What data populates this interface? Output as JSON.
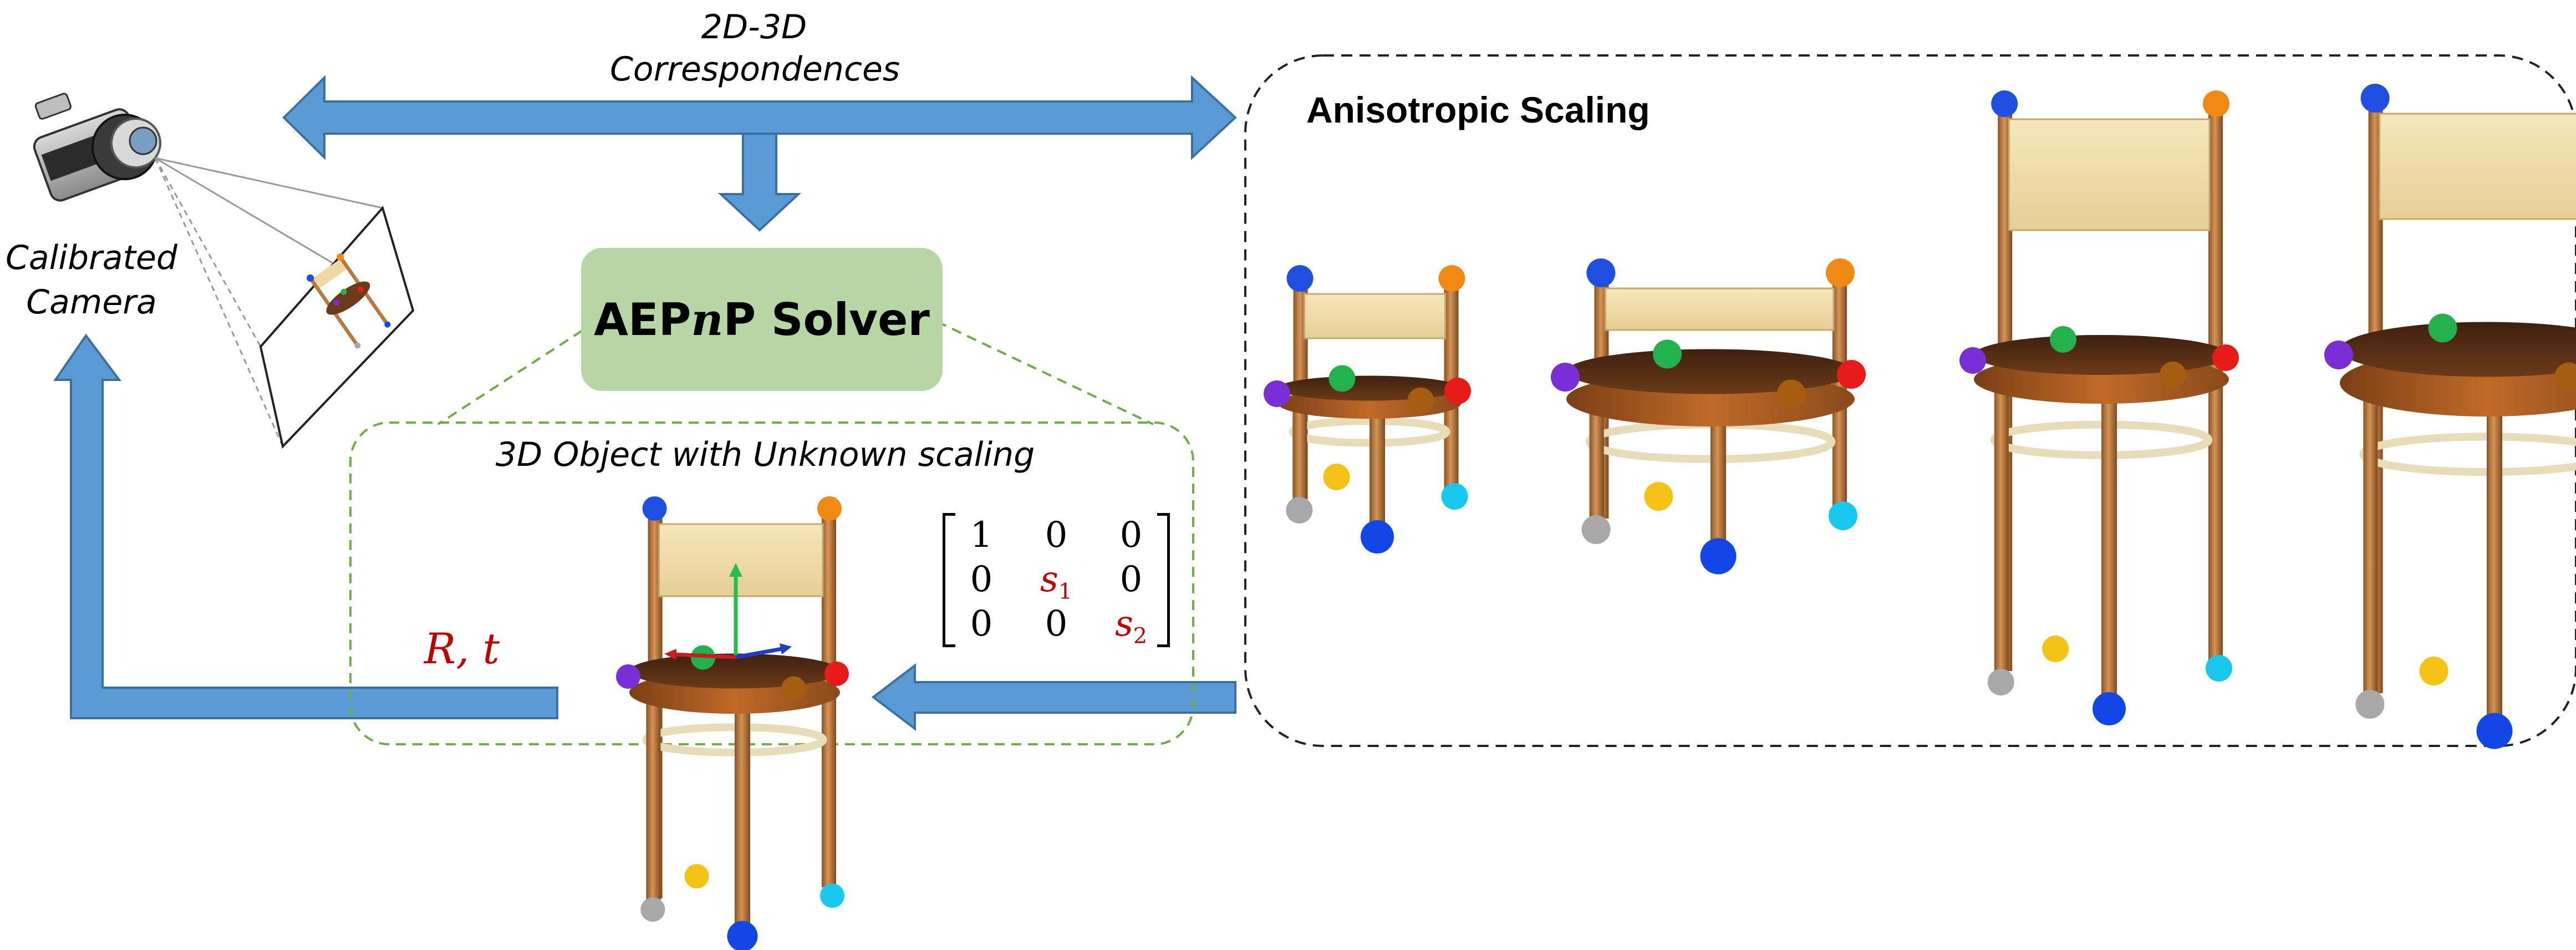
{
  "labels": {
    "correspondences_line1": "2D-3D",
    "correspondences_line2": "Correspondences",
    "camera_line1": "Calibrated",
    "camera_line2": "Camera",
    "solver_prefix": "AEP",
    "solver_n": "n",
    "solver_suffix": "P Solver",
    "anisotropic": "Anisotropic Scaling",
    "object_3d": "3D Object with Unknown scaling",
    "output": "R, t"
  },
  "matrix": {
    "r1": [
      "1",
      "0",
      "0"
    ],
    "r2": [
      "0",
      "s",
      "1",
      "0"
    ],
    "r3": [
      "0",
      "0",
      "s",
      "2"
    ]
  },
  "colors": {
    "arrow_fill": "#5b9bd5",
    "arrow_stroke": "#3a6fa0",
    "solver_box": "#b7d6a6",
    "green_dash": "#70ad47",
    "red_text": "#c00000",
    "chair_wood": "#b8793f",
    "chair_seat": "#5a3318",
    "chair_back": "#f2dfae"
  },
  "keypoint_colors": [
    "#1f4fe0",
    "#f08a12",
    "#7a2fd6",
    "#22b14c",
    "#e81b1b",
    "#a65d11",
    "#a8a8a8",
    "#f5c216",
    "#18c8ef",
    "#1346e6"
  ]
}
